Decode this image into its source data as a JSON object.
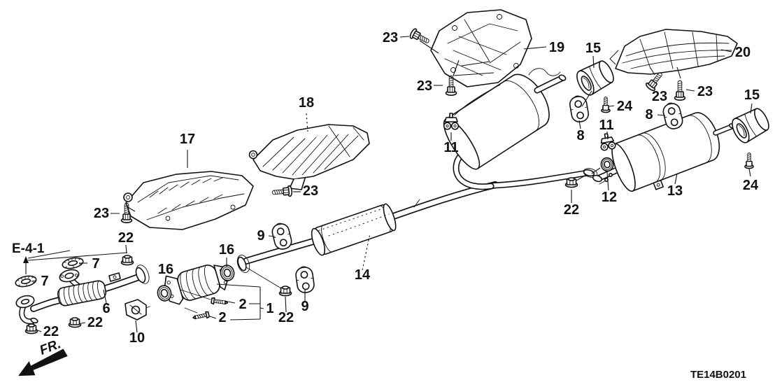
{
  "diagram": {
    "code": "TE14B0201",
    "section_reference": "E-4-1",
    "front_direction_label": "FR.",
    "ink_color": "#111111",
    "background_color": "#ffffff"
  },
  "callouts": [
    {
      "part": "23",
      "target": "flange-bolt-heat-shield-19-upper"
    },
    {
      "part": "19",
      "target": "heat-shield-rear-floor-left"
    },
    {
      "part": "23",
      "target": "flange-bolt-heat-shield-19-lower"
    },
    {
      "part": "15",
      "target": "tailpipe-finisher-left"
    },
    {
      "part": "20",
      "target": "heat-shield-rear-floor-right"
    },
    {
      "part": "23",
      "target": "flange-bolt-heat-shield-20-left"
    },
    {
      "part": "23",
      "target": "flange-bolt-heat-shield-20-right"
    },
    {
      "part": "24",
      "target": "bolt-muffler-mount-left"
    },
    {
      "part": "8",
      "target": "rubber-mounting-left"
    },
    {
      "part": "11",
      "target": "pipe-clamp-right"
    },
    {
      "part": "15",
      "target": "tailpipe-finisher-right"
    },
    {
      "part": "24",
      "target": "bolt-muffler-mount-right"
    },
    {
      "part": "8",
      "target": "rubber-mounting-right"
    },
    {
      "part": "13",
      "target": "muffler-right"
    },
    {
      "part": "11",
      "target": "pipe-clamp-left"
    },
    {
      "part": "12",
      "target": "gasket-ring-muffler-joint"
    },
    {
      "part": "22",
      "target": "self-lock-nut-muffler-joint"
    },
    {
      "part": "17",
      "target": "heat-shield-front-floor"
    },
    {
      "part": "18",
      "target": "heat-shield-center-floor"
    },
    {
      "part": "23",
      "target": "flange-bolt-heat-shield-18"
    },
    {
      "part": "23",
      "target": "flange-bolt-heat-shield-17"
    },
    {
      "part": "7",
      "target": "ring-gasket-upper"
    },
    {
      "part": "7",
      "target": "ring-gasket-lower"
    },
    {
      "part": "22",
      "target": "self-lock-nut-front-pipe"
    },
    {
      "part": "16",
      "target": "gasket-converter-front"
    },
    {
      "part": "16",
      "target": "gasket-converter-rear"
    },
    {
      "part": "2",
      "target": "converter-stud-upper"
    },
    {
      "part": "2",
      "target": "converter-stud-lower"
    },
    {
      "part": "1",
      "target": "catalytic-converter"
    },
    {
      "part": "22",
      "target": "self-lock-nut-converter"
    },
    {
      "part": "9",
      "target": "rubber-mounting-center-lower"
    },
    {
      "part": "9",
      "target": "rubber-mounting-center-upper"
    },
    {
      "part": "6",
      "target": "exhaust-pipe-a"
    },
    {
      "part": "10",
      "target": "pipe-bracket"
    },
    {
      "part": "22",
      "target": "self-lock-nut-pipe-a-mid"
    },
    {
      "part": "22",
      "target": "self-lock-nut-pipe-a-left"
    },
    {
      "part": "14",
      "target": "exhaust-pipe-b"
    }
  ]
}
